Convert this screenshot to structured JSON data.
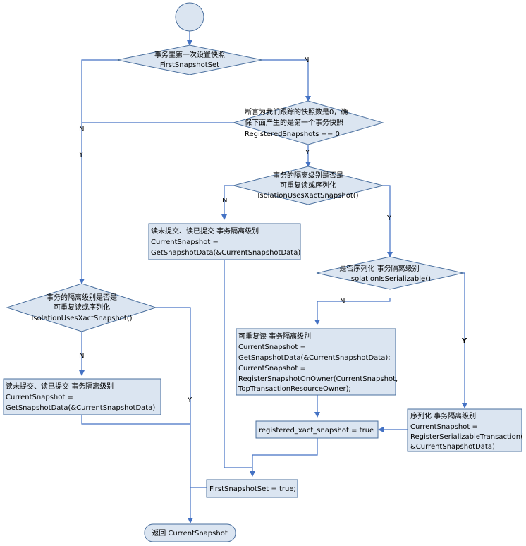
{
  "diagram": {
    "colors": {
      "fill": "#dbe5f1",
      "stroke": "#4a6f9e",
      "edge": "#4472c4",
      "text": "#000000"
    },
    "start": {},
    "decisions": {
      "first_snapshot_set": {
        "lines": [
          "事务里第一次设置快照",
          "FirstSnapshotSet"
        ]
      },
      "assert_registered": {
        "lines": [
          "断言为我们跟踪的快照数是0，确",
          "保下面产生的是第一个事务快照",
          "RegisteredSnapshots == 0"
        ]
      },
      "isolation_uses_xact_right": {
        "lines": [
          "事务的隔离级别是否是",
          "可重复读或序列化",
          "IsolationUsesXactSnapshot()"
        ]
      },
      "is_serializable": {
        "lines": [
          "是否序列化 事务隔离级别",
          "IsolationIsSerializable()"
        ]
      },
      "isolation_uses_xact_left": {
        "lines": [
          "事务的隔离级别是否是",
          "可重复读或序列化",
          "IsolationUsesXactSnapshot()"
        ]
      }
    },
    "processes": {
      "read_committed_mid": {
        "lines": [
          "读未提交、读已提交 事务隔离级别",
          "CurrentSnapshot =",
          "GetSnapshotData(&CurrentSnapshotData)"
        ]
      },
      "repeatable_read": {
        "lines": [
          "可重复读 事务隔离级别",
          "CurrentSnapshot =",
          "GetSnapshotData(&CurrentSnapshotData);",
          "CurrentSnapshot =",
          "RegisterSnapshotOnOwner(CurrentSnapshot,",
          "TopTransactionResourceOwner);"
        ]
      },
      "registered_xact": {
        "lines": [
          "registered_xact_snapshot = true"
        ]
      },
      "serializable": {
        "lines": [
          "序列化 事务隔离级别",
          "CurrentSnapshot =",
          "RegisterSerializableTransaction(",
          "&CurrentSnapshotData)"
        ]
      },
      "read_committed_left": {
        "lines": [
          "读未提交、读已提交 事务隔离级别",
          "CurrentSnapshot =",
          "GetSnapshotData(&CurrentSnapshotData)"
        ]
      },
      "first_snapshot_set_true": {
        "lines": [
          "FirstSnapshotSet = true;"
        ]
      }
    },
    "terminal": {
      "return": {
        "label": "返回 CurrentSnapshot"
      }
    },
    "edge_labels": {
      "n_first": "N",
      "n_left": "N",
      "y_left": "Y",
      "y_assert": "Y",
      "n_isolation_right": "N",
      "y_isolation_right": "Y",
      "n_serializable": "N",
      "y_serializable": "Y",
      "n_isolation_left": "N",
      "y_isolation_left": "Y"
    }
  }
}
